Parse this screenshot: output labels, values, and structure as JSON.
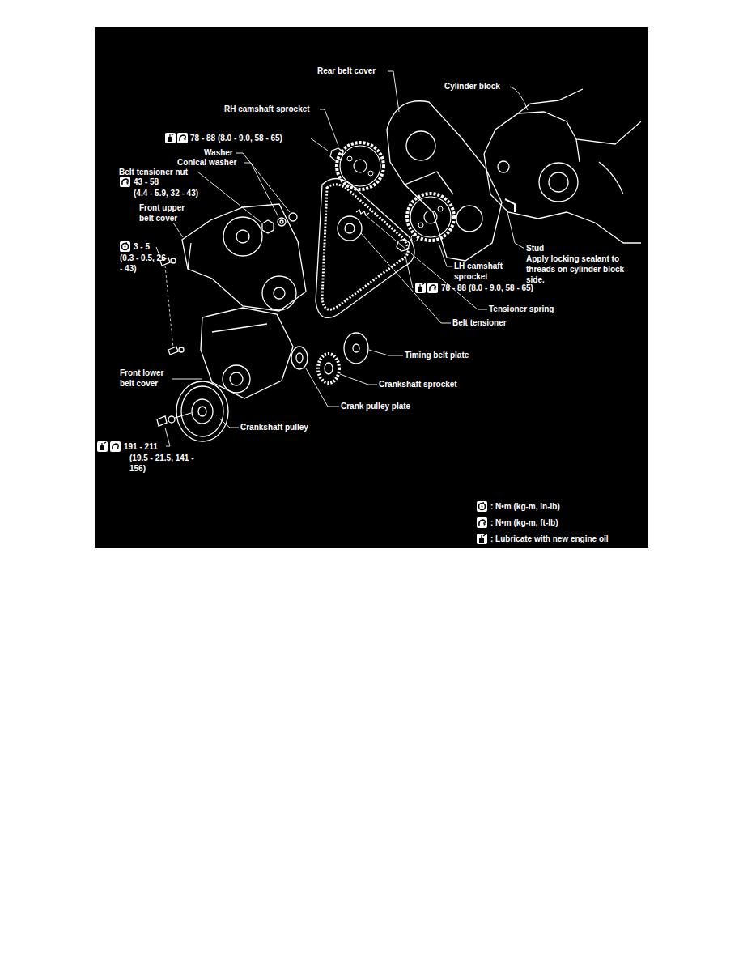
{
  "diagram": {
    "labels": [
      "Rear belt cover",
      "Cylinder block",
      "RH camshaft sprocket",
      "78 - 88 (8.0 - 9.0, 58 - 65)",
      "Washer",
      "Conical washer",
      "Belt tensioner nut",
      "43 - 58",
      "(4.4 - 5.9, 32 - 43)",
      "Front upper belt cover",
      "3 - 5",
      "(0.3 - 0.5, 26 - 43)",
      "Stud",
      "Apply locking sealant to threads on cylinder block side.",
      "LH camshaft sprocket",
      "78 - 88 (8.0 - 9.0, 58 - 65)",
      "Tensioner spring",
      "Belt tensioner",
      "Timing belt plate",
      "Front lower belt cover",
      "Crankshaft sprocket",
      "Crank pulley plate",
      "Crankshaft pulley",
      "191 - 211",
      "(19.5 - 21.5, 141 - 156)"
    ],
    "legend": [
      {
        "text": ": N•m (kg-m, in-lb)"
      },
      {
        "text": ": N•m (kg-m, ft-lb)"
      },
      {
        "text": ": Lubricate with new engine oil"
      }
    ]
  }
}
